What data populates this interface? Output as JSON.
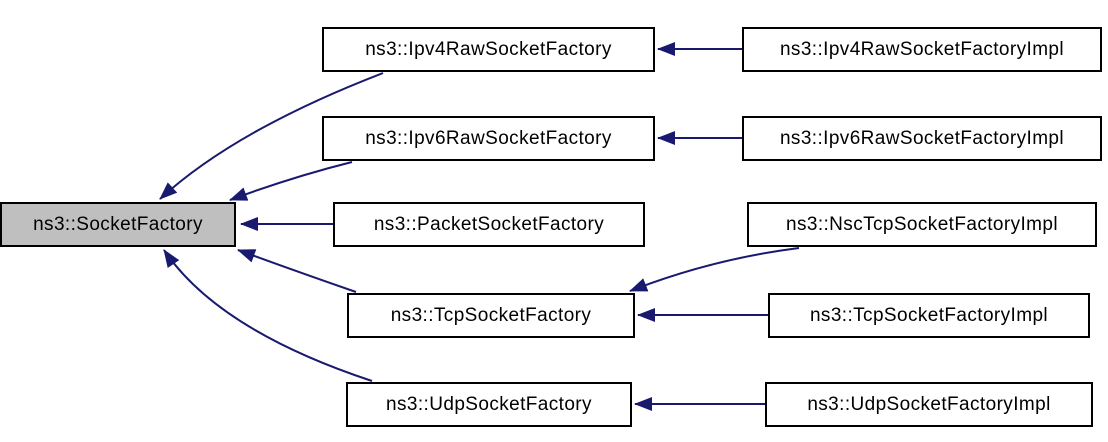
{
  "graph": {
    "base": {
      "label": "ns3::SocketFactory",
      "highlighted": true
    },
    "derived": [
      {
        "label": "ns3::Ipv4RawSocketFactory"
      },
      {
        "label": "ns3::Ipv6RawSocketFactory"
      },
      {
        "label": "ns3::PacketSocketFactory"
      },
      {
        "label": "ns3::TcpSocketFactory"
      },
      {
        "label": "ns3::UdpSocketFactory"
      }
    ],
    "implementations": [
      {
        "label": "ns3::Ipv4RawSocketFactoryImpl"
      },
      {
        "label": "ns3::Ipv6RawSocketFactoryImpl"
      },
      {
        "label": "ns3::NscTcpSocketFactoryImpl"
      },
      {
        "label": "ns3::TcpSocketFactoryImpl"
      },
      {
        "label": "ns3::UdpSocketFactoryImpl"
      }
    ],
    "edges": [
      {
        "from": "ns3::Ipv4RawSocketFactory",
        "to": "ns3::SocketFactory"
      },
      {
        "from": "ns3::Ipv6RawSocketFactory",
        "to": "ns3::SocketFactory"
      },
      {
        "from": "ns3::PacketSocketFactory",
        "to": "ns3::SocketFactory"
      },
      {
        "from": "ns3::TcpSocketFactory",
        "to": "ns3::SocketFactory"
      },
      {
        "from": "ns3::UdpSocketFactory",
        "to": "ns3::SocketFactory"
      },
      {
        "from": "ns3::Ipv4RawSocketFactoryImpl",
        "to": "ns3::Ipv4RawSocketFactory"
      },
      {
        "from": "ns3::Ipv6RawSocketFactoryImpl",
        "to": "ns3::Ipv6RawSocketFactory"
      },
      {
        "from": "ns3::NscTcpSocketFactoryImpl",
        "to": "ns3::TcpSocketFactory"
      },
      {
        "from": "ns3::TcpSocketFactoryImpl",
        "to": "ns3::TcpSocketFactory"
      },
      {
        "from": "ns3::UdpSocketFactoryImpl",
        "to": "ns3::UdpSocketFactory"
      }
    ],
    "colors": {
      "edge": "#191970",
      "base_fill": "#bfbfbf",
      "node_fill": "#ffffff",
      "node_border": "#000000",
      "text": "#000000",
      "background": "#ffffff"
    }
  }
}
